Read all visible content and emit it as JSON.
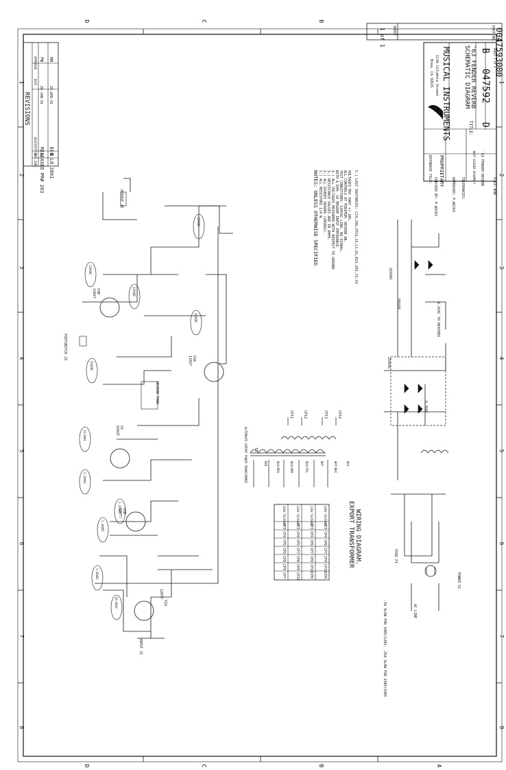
{
  "revisions": {
    "title": "REVISIONS",
    "headers": {
      "zone": "ZONE",
      "rev": "REV.",
      "description": "DESCRIPTION",
      "date": "DATE",
      "approved": "APPROVED"
    },
    "rows": [
      {
        "rev": "A",
        "description": "RELEASED PR# 263",
        "date": "28-JAN-91",
        "approved": "PW"
      },
      {
        "rev": "B",
        "description": "ECO LO 2891",
        "date": "25-APR-91",
        "approved": "MH"
      }
    ]
  },
  "title_block": {
    "company": "MUSICAL INSTRUMENTS",
    "address1": "1130 Columbia Street",
    "address2": "Brea, CA 92621",
    "title_label": "TITLE:",
    "title_line1": "'63 FENDER REVERB",
    "title_line2": "SCHEMATIC DIAGRAM",
    "size_letter": "D",
    "drawing_number": "047592",
    "rev_letter": "B",
    "sheet_text": "SHEET 1 OF 1",
    "part_number": "0047593000",
    "part_no_label": "PART NO.",
    "sheet_label": "SHEET",
    "sheet_count": "1 of 1",
    "proprietary": "PROPRIETARY",
    "database_file": "DATABASE FILE:",
    "checked_by": "CHECKED BY: P.WICKS",
    "approved_by": "APPROVED:   P.WICKS",
    "tolerances": "TOLERANCES:",
    "next_higher": "NEXT HIGHER ASSEMBLY",
    "product": "'63 FENDER REVERB",
    "scale": "SCALE: NONE"
  },
  "zones": {
    "columns": [
      "1",
      "2",
      "3",
      "4",
      "5",
      "6",
      "7",
      "8"
    ],
    "rows": [
      "D",
      "C",
      "B",
      "A"
    ]
  },
  "notes": {
    "heading": "NOTES: UNLESS OTHERWISE SPECIFIED",
    "lines": [
      "1.) ALL RESISTORS 1/4 W.",
      "2.) ALL DIODES 1N4006 (1N5062).",
      "3.) RESISTANCE VALUES ARE IN OHMS.",
      "4.) ALL VOLTAGES MEASURED WITH RESPECT TO GROUND",
      "    WITH A DVM, 10 MEGOHM INPUT IMPEDANCE.",
      "    TEST CONDITIONS: 120VAC LINE, NO SIGNAL,",
      "    ALL CONTROLS AT MINIMUM, REVERB ON.",
      "    VOLTAGES MAY VARY +/-20%.",
      "5.) LAST INSTANCES: C14,CR6,CP16,J3,L1,Q1,R23,SP2,T2,V3"
    ]
  },
  "export_diagram": {
    "title_line1": "EXPORT TRANSFORMER",
    "title_line2": "WIRING DIAGRAM.",
    "transformer_label": "ALTERNATE EXPORT POWER TRANSFORMER",
    "transformer_ref": "T3",
    "columns": [
      "100V 50/60HZ",
      "120V 50/60HZ",
      "230V 50/60HZ",
      "240V 50/60HZ"
    ],
    "rows": [
      [
        "CP3",
        "CP3",
        "CP3",
        "CP3"
      ],
      [
        "CP4",
        "CP4",
        "CP4",
        "CP4"
      ],
      [
        "CP5",
        "CP5",
        "CP6",
        "CP6"
      ],
      [
        "CP6",
        "CP7",
        "CP7",
        "CP7"
      ],
      [
        "CP8",
        "CP8",
        "CP9",
        "CP9"
      ],
      [
        "CP9",
        "CP9",
        "CP10",
        "CP10"
      ],
      [
        "CP7",
        "CP10",
        "CP8",
        "CP8"
      ]
    ],
    "wire_colors": [
      "RED",
      "BLK/RED",
      "BLK/GRN",
      "BLK/YEL",
      "WHT",
      "WHT/BLK",
      "BLK"
    ],
    "taps": [
      "CP11",
      "CP12",
      "CP13",
      "CP14"
    ]
  },
  "schematic": {
    "tubes": [
      {
        "ref": "V1A",
        "type": "12AT7"
      },
      {
        "ref": "V1B",
        "type": "12AT7"
      },
      {
        "ref": "V2",
        "type": "6V6GT"
      },
      {
        "ref": "V3A",
        "type": "12AX7"
      },
      {
        "ref": "V3B",
        "type": "12AX7"
      }
    ],
    "voltages": [
      "58.8VAC",
      "1.49VDC",
      "1.39VDC",
      "100VDC",
      "118VDC",
      "13.8VAC",
      "2.28VAC",
      "254VDC",
      "1.37VDC",
      "220VDC",
      "235VDC"
    ],
    "jacks": [
      "INPUT J1",
      "OUTPUT J2",
      "FOOTSWITCH J3",
      "REVERB TANK"
    ],
    "power": [
      "POWER S1",
      "FUSE F1",
      "AC LINE"
    ],
    "fuse_note": ".5A SLOW FOR 100V/120V, .25A SLOW FOR 230V/240V",
    "supply_points": [
      "254VDC",
      "250VDC",
      "285VDC",
      "6.3VAC",
      "6.3VAC TO HEATERS"
    ]
  }
}
